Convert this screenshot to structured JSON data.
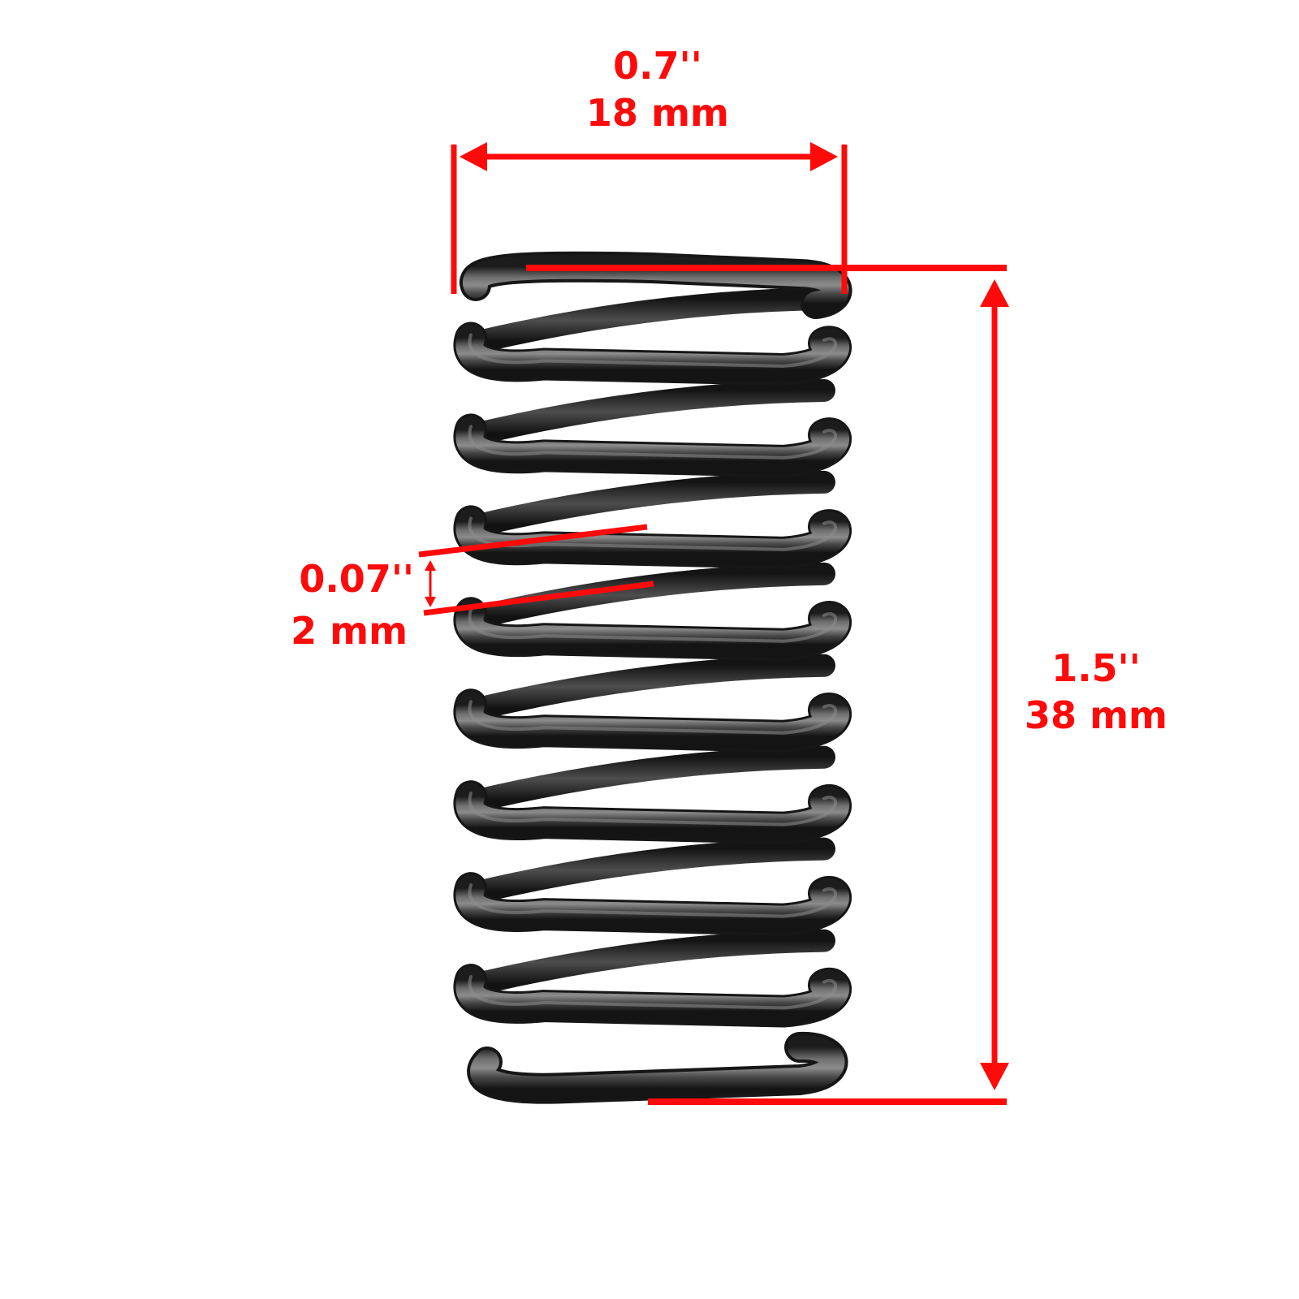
{
  "colors": {
    "background": "#ffffff",
    "annotation": "#ff0a0a",
    "spring_metal": "#3a3a3a",
    "spring_highlight": "#8c8c8c",
    "spring_shadow": "#161616"
  },
  "dimensions": {
    "width": {
      "inches": "0.7''",
      "mm": "18 mm"
    },
    "height": {
      "inches": "1.5''",
      "mm": "38 mm"
    },
    "wire": {
      "inches": "0.07''",
      "mm": "2 mm"
    }
  },
  "product": {
    "icon": "compression-spring",
    "coil_count": 8
  }
}
